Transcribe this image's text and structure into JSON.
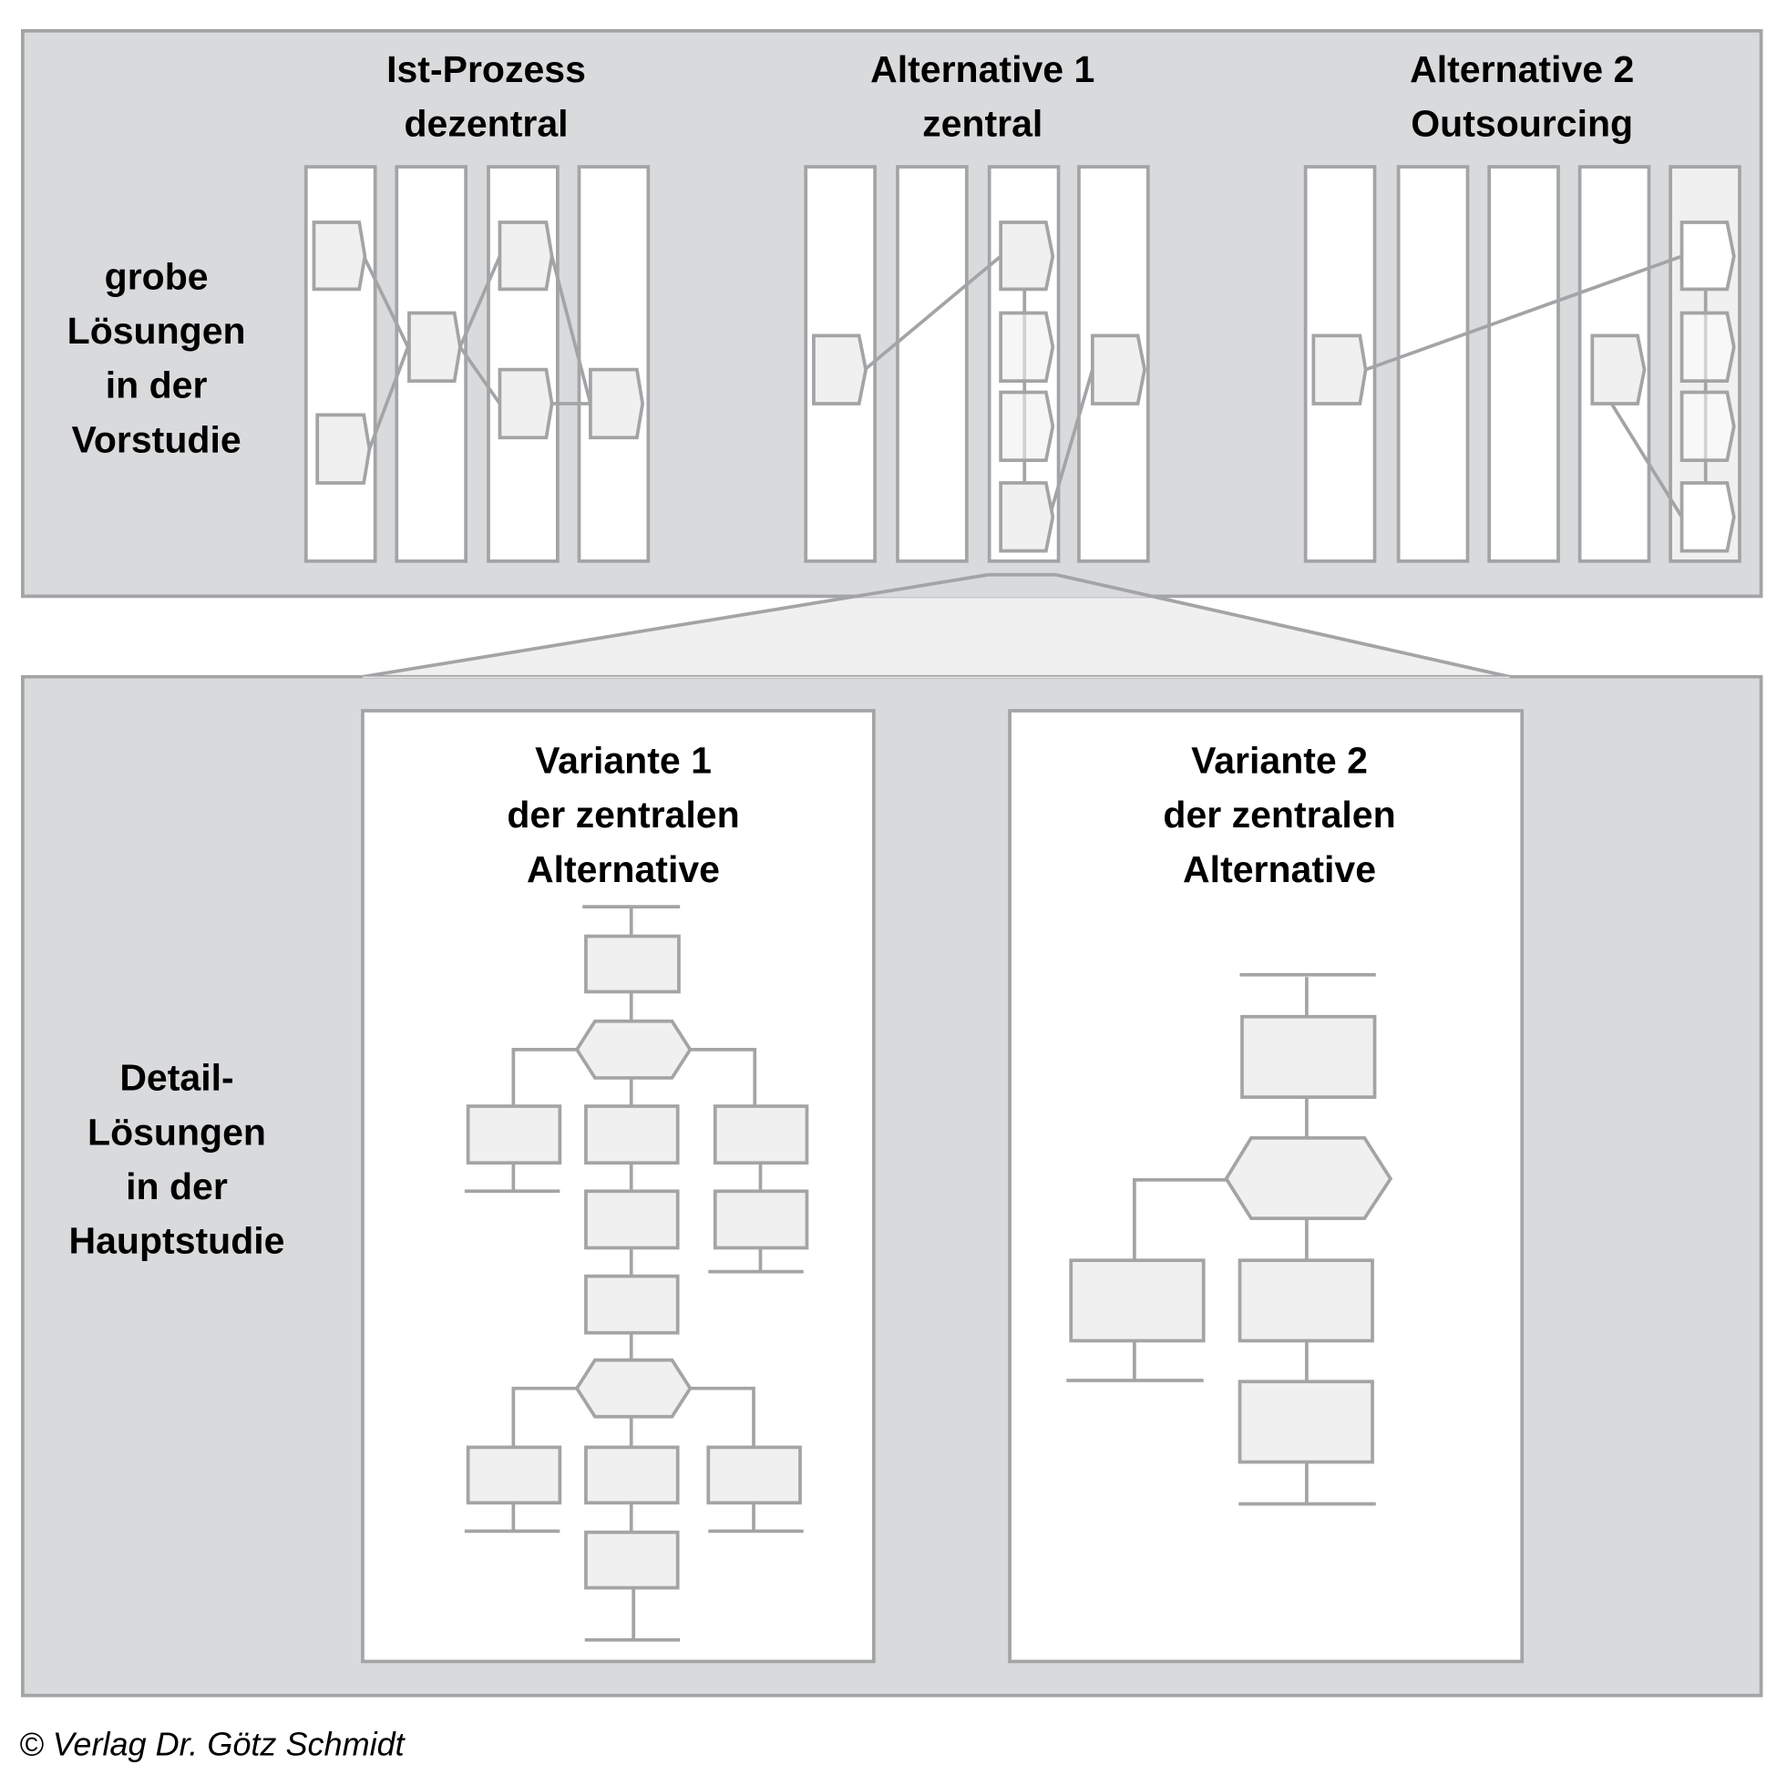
{
  "top_panel": {
    "row_label": [
      "grobe",
      "Lösungen",
      "in der",
      "Vorstudie"
    ],
    "columns": [
      {
        "title": [
          "Ist-Prozess",
          "dezentral"
        ]
      },
      {
        "title": [
          "Alternative 1",
          "zentral"
        ]
      },
      {
        "title": [
          "Alternative 2",
          "Outsourcing"
        ]
      }
    ]
  },
  "bottom_panel": {
    "row_label": [
      "Detail-",
      "Lösungen",
      "in der",
      "Hauptstudie"
    ],
    "variants": [
      {
        "title": [
          "Variante 1",
          "der zentralen",
          "Alternative"
        ]
      },
      {
        "title": [
          "Variante 2",
          "der zentralen",
          "Alternative"
        ]
      }
    ]
  },
  "footer": {
    "copyright": "© Verlag Dr. Götz Schmidt"
  },
  "colors": {
    "panel": "#d9dadc",
    "stroke": "#a3a4a6",
    "shape_fill": "#f0f0f0",
    "text": "#000000"
  }
}
